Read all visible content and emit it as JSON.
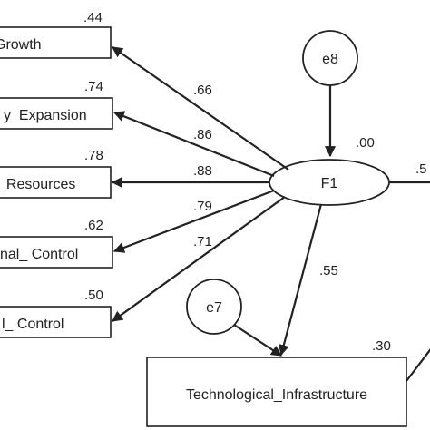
{
  "latent": {
    "name": "F1",
    "variance": ".00"
  },
  "errors": {
    "e8": {
      "label": "e8"
    },
    "e7": {
      "label": "e7"
    }
  },
  "indicators": [
    {
      "label": "Growth",
      "r2": ".44",
      "loading": ".66"
    },
    {
      "label": "y_Expansion",
      "r2": ".74",
      "loading": ".86"
    },
    {
      "label": "_Resources",
      "r2": ".78",
      "loading": ".88"
    },
    {
      "label": "nal_ Control",
      "r2": ".62",
      "loading": ".79"
    },
    {
      "label": "l_ Control",
      "r2": ".50",
      "loading": ".71"
    }
  ],
  "outcome": {
    "label": "Technological_Infrastructure",
    "r2": ".30",
    "path": ".55"
  },
  "right_edge": {
    "label": ".5"
  },
  "colors": {
    "stroke": "#222222",
    "background": "#ffffff"
  }
}
